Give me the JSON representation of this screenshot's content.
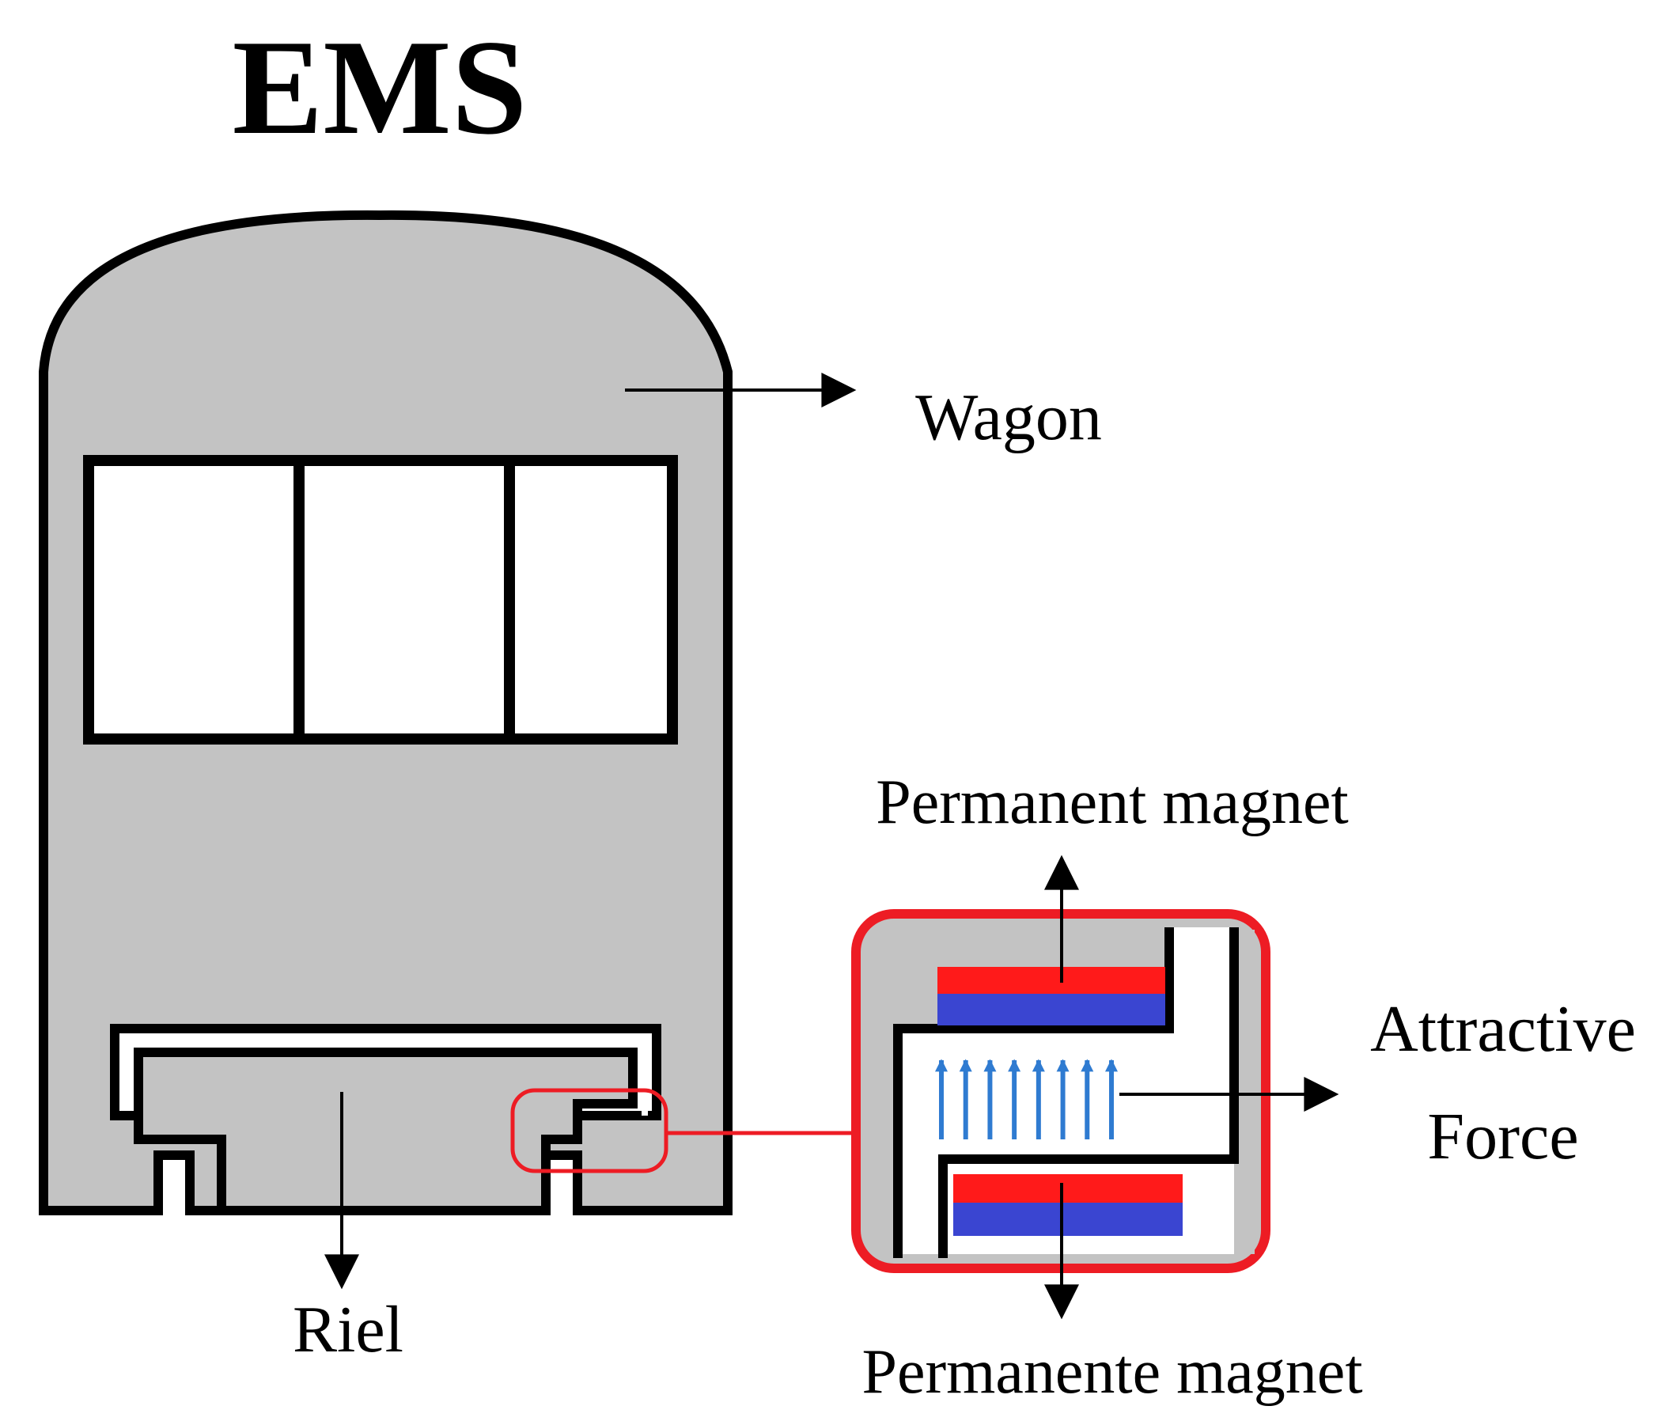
{
  "title": "EMS",
  "labels": {
    "wagon": "Wagon",
    "rail": "Riel",
    "magnet_top": "Permanent magnet",
    "magnet_bottom": "Permanente magnet",
    "force_line1": "Attractive",
    "force_line2": "Force"
  },
  "colors": {
    "body_fill": "#c3c3c3",
    "outline": "#000000",
    "highlight": "#ed1c24",
    "magnet_red": "#ff1a1a",
    "magnet_blue": "#3a45d1",
    "field_arrows": "#2f7bd1"
  },
  "field_arrow_count": 8
}
